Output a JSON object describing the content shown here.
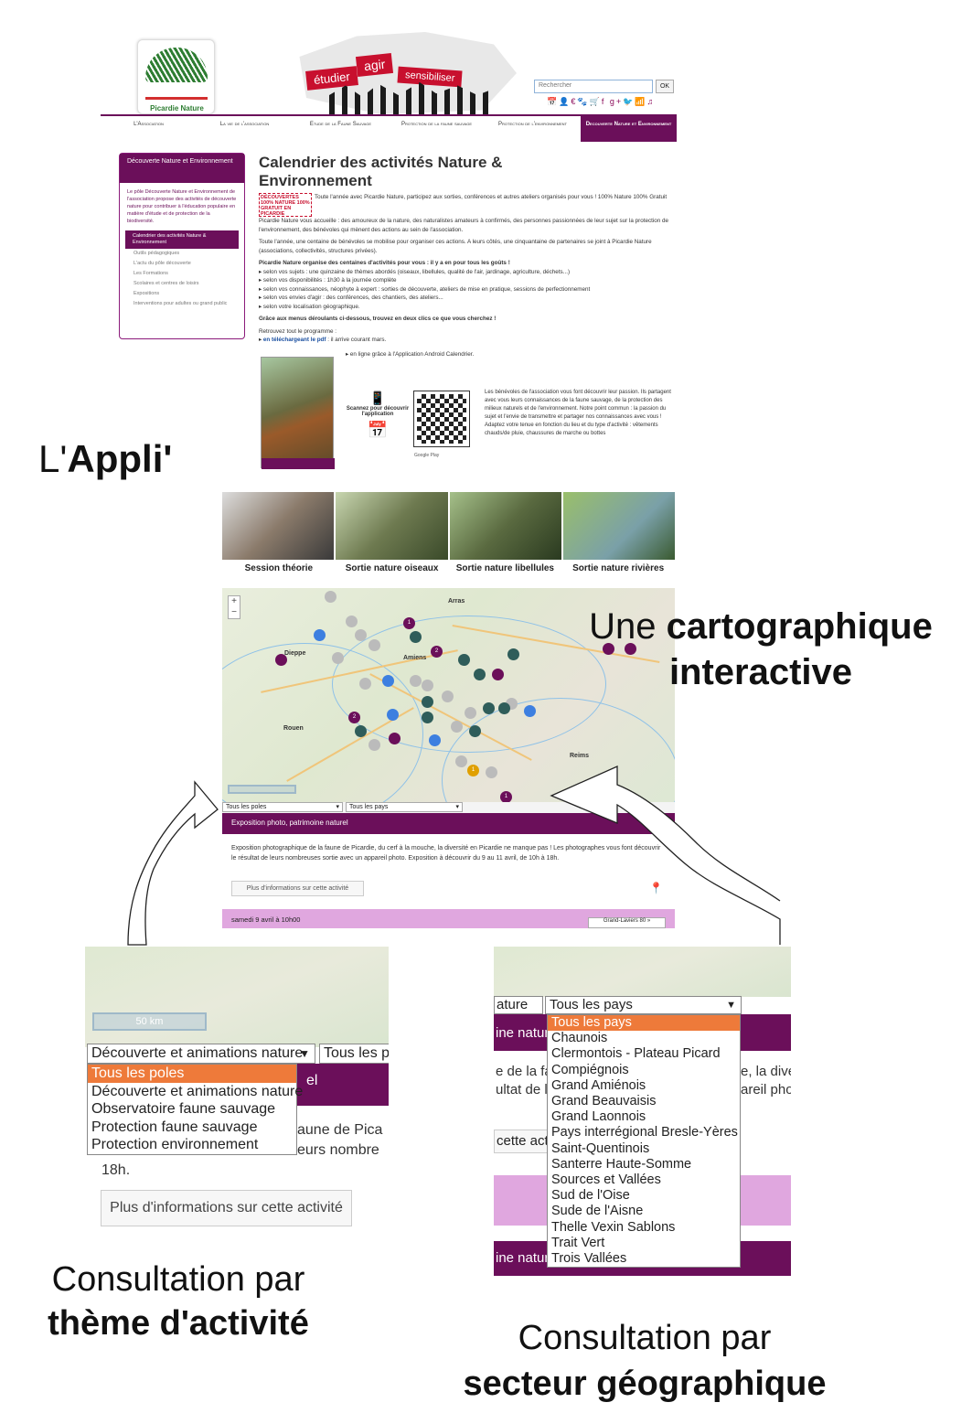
{
  "site": {
    "logo_name": "Picardie Nature",
    "banner_signs": [
      "étudier",
      "agir",
      "sensibiliser"
    ],
    "search_placeholder": "Rechercher",
    "search_button": "OK",
    "nav": [
      "L'Association",
      "La vie de l'association",
      "Etude de la Faune Sauvage",
      "Protection de la faune sauvage",
      "Protection de l'environnement",
      "Decouverte Nature et Environnement"
    ],
    "sidebar": {
      "title": "Découverte Nature et Environnement",
      "intro": "Le pôle Découverte Nature et Environnement de l'association propose des activités de découverte nature pour contribuer à l'éducation populaire en matière d'étude et de protection de la biodiversité.",
      "items": [
        "Calendrier des activités Nature & Environnement",
        "Outils pédagogiques",
        "L'actu du pôle découverte",
        "Les Formations",
        "Scolaires et centres de loisirs",
        "Expositions",
        "Interventions pour adultes ou grand public"
      ]
    },
    "page_title": "Calendrier des activités Nature & Environnement",
    "stamp": "DÉCOUVERTES 100% NATURE 100% GRATUIT EN PICARDIE",
    "p1": "Toute l'année avec Picardie Nature, participez aux sorties, conférences et autres ateliers organisés pour vous ! 100% Nature 100% Gratuit",
    "p2": "Picardie Nature vous accueille : des amoureux de la nature, des naturalistes amateurs à confirmés, des personnes passionnées de leur sujet sur la protection de l'environnement, des bénévoles qui mènent des actions au sein de l'association.",
    "p3": "Toute l'année, une centaine de bénévoles se mobilise pour organiser ces actions. A leurs côtés, une cinquantaine de partenaires se joint à Picardie Nature (associations, collectivités, structures privées).",
    "p4": "Picardie Nature organise des centaines d'activités pour vous : il y a en pour tous les goûts !",
    "bullets": [
      "selon vos sujets : une quinzaine de thèmes abordés (oiseaux, libellules, qualité de l'air, jardinage, agriculture, déchets...)",
      "selon vos disponibilités : 1h30 à la journée complète",
      "selon vos connaissances, néophyte à expert : sorties de découverte, ateliers de mise en pratique, sessions de perfectionnement",
      "selon vos envies d'agir : des conférences, des chantiers, des ateliers...",
      "selon votre localisation géographique."
    ],
    "p5": "Grâce aux menus déroulants ci-dessous, trouvez en deux clics ce que vous cherchez !",
    "p6": "Retrouvez tout le programme :",
    "pdf_link": "en téléchargeant le pdf",
    "pdf_note": ": il arrive courant mars.",
    "android": "en ligne grâce à l'Application Android Calendrier.",
    "scan": "Scannez pour découvrir l'application",
    "qr_caption": "Google Play",
    "right_text": "Les bénévoles de l'association vous font découvrir leur passion. Ils partagent avec vous leurs connaissances de la faune sauvage, de la protection des milieux naturels et de l'environnement. Notre point commun : la passion du sujet et l'envie de transmettre et partager nos connaissances avec vous ! Adaptez votre tenue en fonction du lieu et du type d'activité : vêtements chauds/de pluie, chaussures de marche ou bottes"
  },
  "appli_prefix": "L'",
  "appli_bold": "Appli'",
  "app": {
    "photo_captions": [
      "Session théorie",
      "Sortie nature oiseaux",
      "Sortie nature libellules",
      "Sortie nature rivières"
    ],
    "cities": [
      "Arras",
      "Dieppe",
      "Amiens",
      "Rouen",
      "Reims"
    ],
    "filter_poles": "Tous les poles",
    "filter_pays": "Tous les pays",
    "event_title": "Exposition photo, patrimoine naturel",
    "event_text": "Exposition photographique de la faune de Picardie, du cerf à la mouche, la diversité en Picardie ne manque pas ! Les photographes vous font découvrir le résultat de leurs nombreuses sortie avec un appareil photo. Exposition à découvrir du 9 au 11 avril, de 10h à 18h.",
    "more_button": "Plus d'informations sur cette activité",
    "event_date": "samedi 9 avril à 10h00",
    "event_place": "Grand-Laviers 80 »"
  },
  "carto_caption": {
    "line1_normal": "Une ",
    "line1_bold": "cartographique",
    "line2_bold": "interactive"
  },
  "left_zoom": {
    "scale": "50 km",
    "select_value": "Découverte et animations nature",
    "select2_value": "Tous les pays",
    "options": [
      "Tous les poles",
      "Découverte et animations nature",
      "Observatoire faune sauvage",
      "Protection faune sauvage",
      "Protection environnement"
    ],
    "behind_purple": "el",
    "behind_text1": "aune de Pica",
    "behind_text2": "eurs nombre",
    "behind_18h": "18h.",
    "button": "Plus d'informations sur cette activité"
  },
  "caption_theme": {
    "normal": "Consultation par",
    "bold": "thème d'activité"
  },
  "right_zoom": {
    "select1_value": "ature",
    "select2_value": "Tous les pays",
    "behind_purple1": "ine natur",
    "behind_text_l1": "e de la fa",
    "behind_text_l2": "ultat de le",
    "behind_text_r1": "e, la dive",
    "behind_text_r2": "areil phot",
    "behind_button": "cette acti",
    "behind_purple2": "ine natur",
    "options": [
      "Tous les pays",
      "Chaunois",
      "Clermontois - Plateau Picard",
      "Compiégnois",
      "Grand Amiénois",
      "Grand Beauvaisis",
      "Grand Laonnois",
      "Pays interrégional Bresle-Yères",
      "Saint-Quentinois",
      "Santerre Haute-Somme",
      "Sources et Vallées",
      "Sud de l'Oise",
      "Sude de l'Aisne",
      "Thelle Vexin Sablons",
      "Trait Vert",
      "Trois Vallées"
    ]
  },
  "caption_secteur": {
    "normal": "Consultation par",
    "bold": "secteur géographique"
  },
  "colors": {
    "purple": "#6b0f5a",
    "pink": "#e0a7df",
    "highlight": "#ee7a3a",
    "red": "#c8102e"
  }
}
